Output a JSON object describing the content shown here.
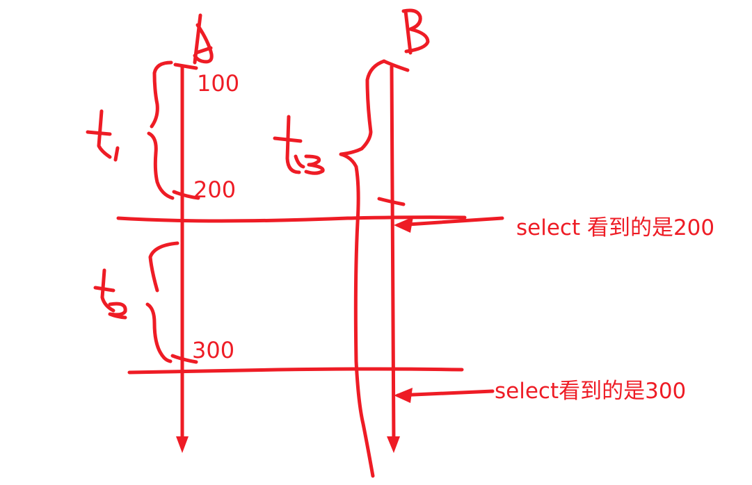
{
  "diagram": {
    "type": "timeline-transaction-isolation",
    "stroke_color": "#ee1c25",
    "background": "#ffffff",
    "timelines": [
      {
        "name": "A",
        "label": "A",
        "direction": "down"
      },
      {
        "name": "B",
        "label": "B",
        "direction": "down"
      }
    ],
    "intervals": [
      {
        "label": "t1",
        "timeline": "A",
        "from": "100",
        "to": "200"
      },
      {
        "label": "t2",
        "timeline": "A",
        "from": "200",
        "to": "300"
      },
      {
        "label": "t3",
        "timeline": "B",
        "span": "long-running transaction"
      }
    ],
    "values": {
      "v100": "100",
      "v200": "200",
      "v300": "300"
    },
    "annotations": [
      {
        "text": "select 看到的是200"
      },
      {
        "text": "select看到的是300"
      }
    ],
    "interval_labels": {
      "t1": "t",
      "t1_sub": "1",
      "t2": "t",
      "t2_sub": "2",
      "t3": "t",
      "t3_sub": "3"
    }
  }
}
